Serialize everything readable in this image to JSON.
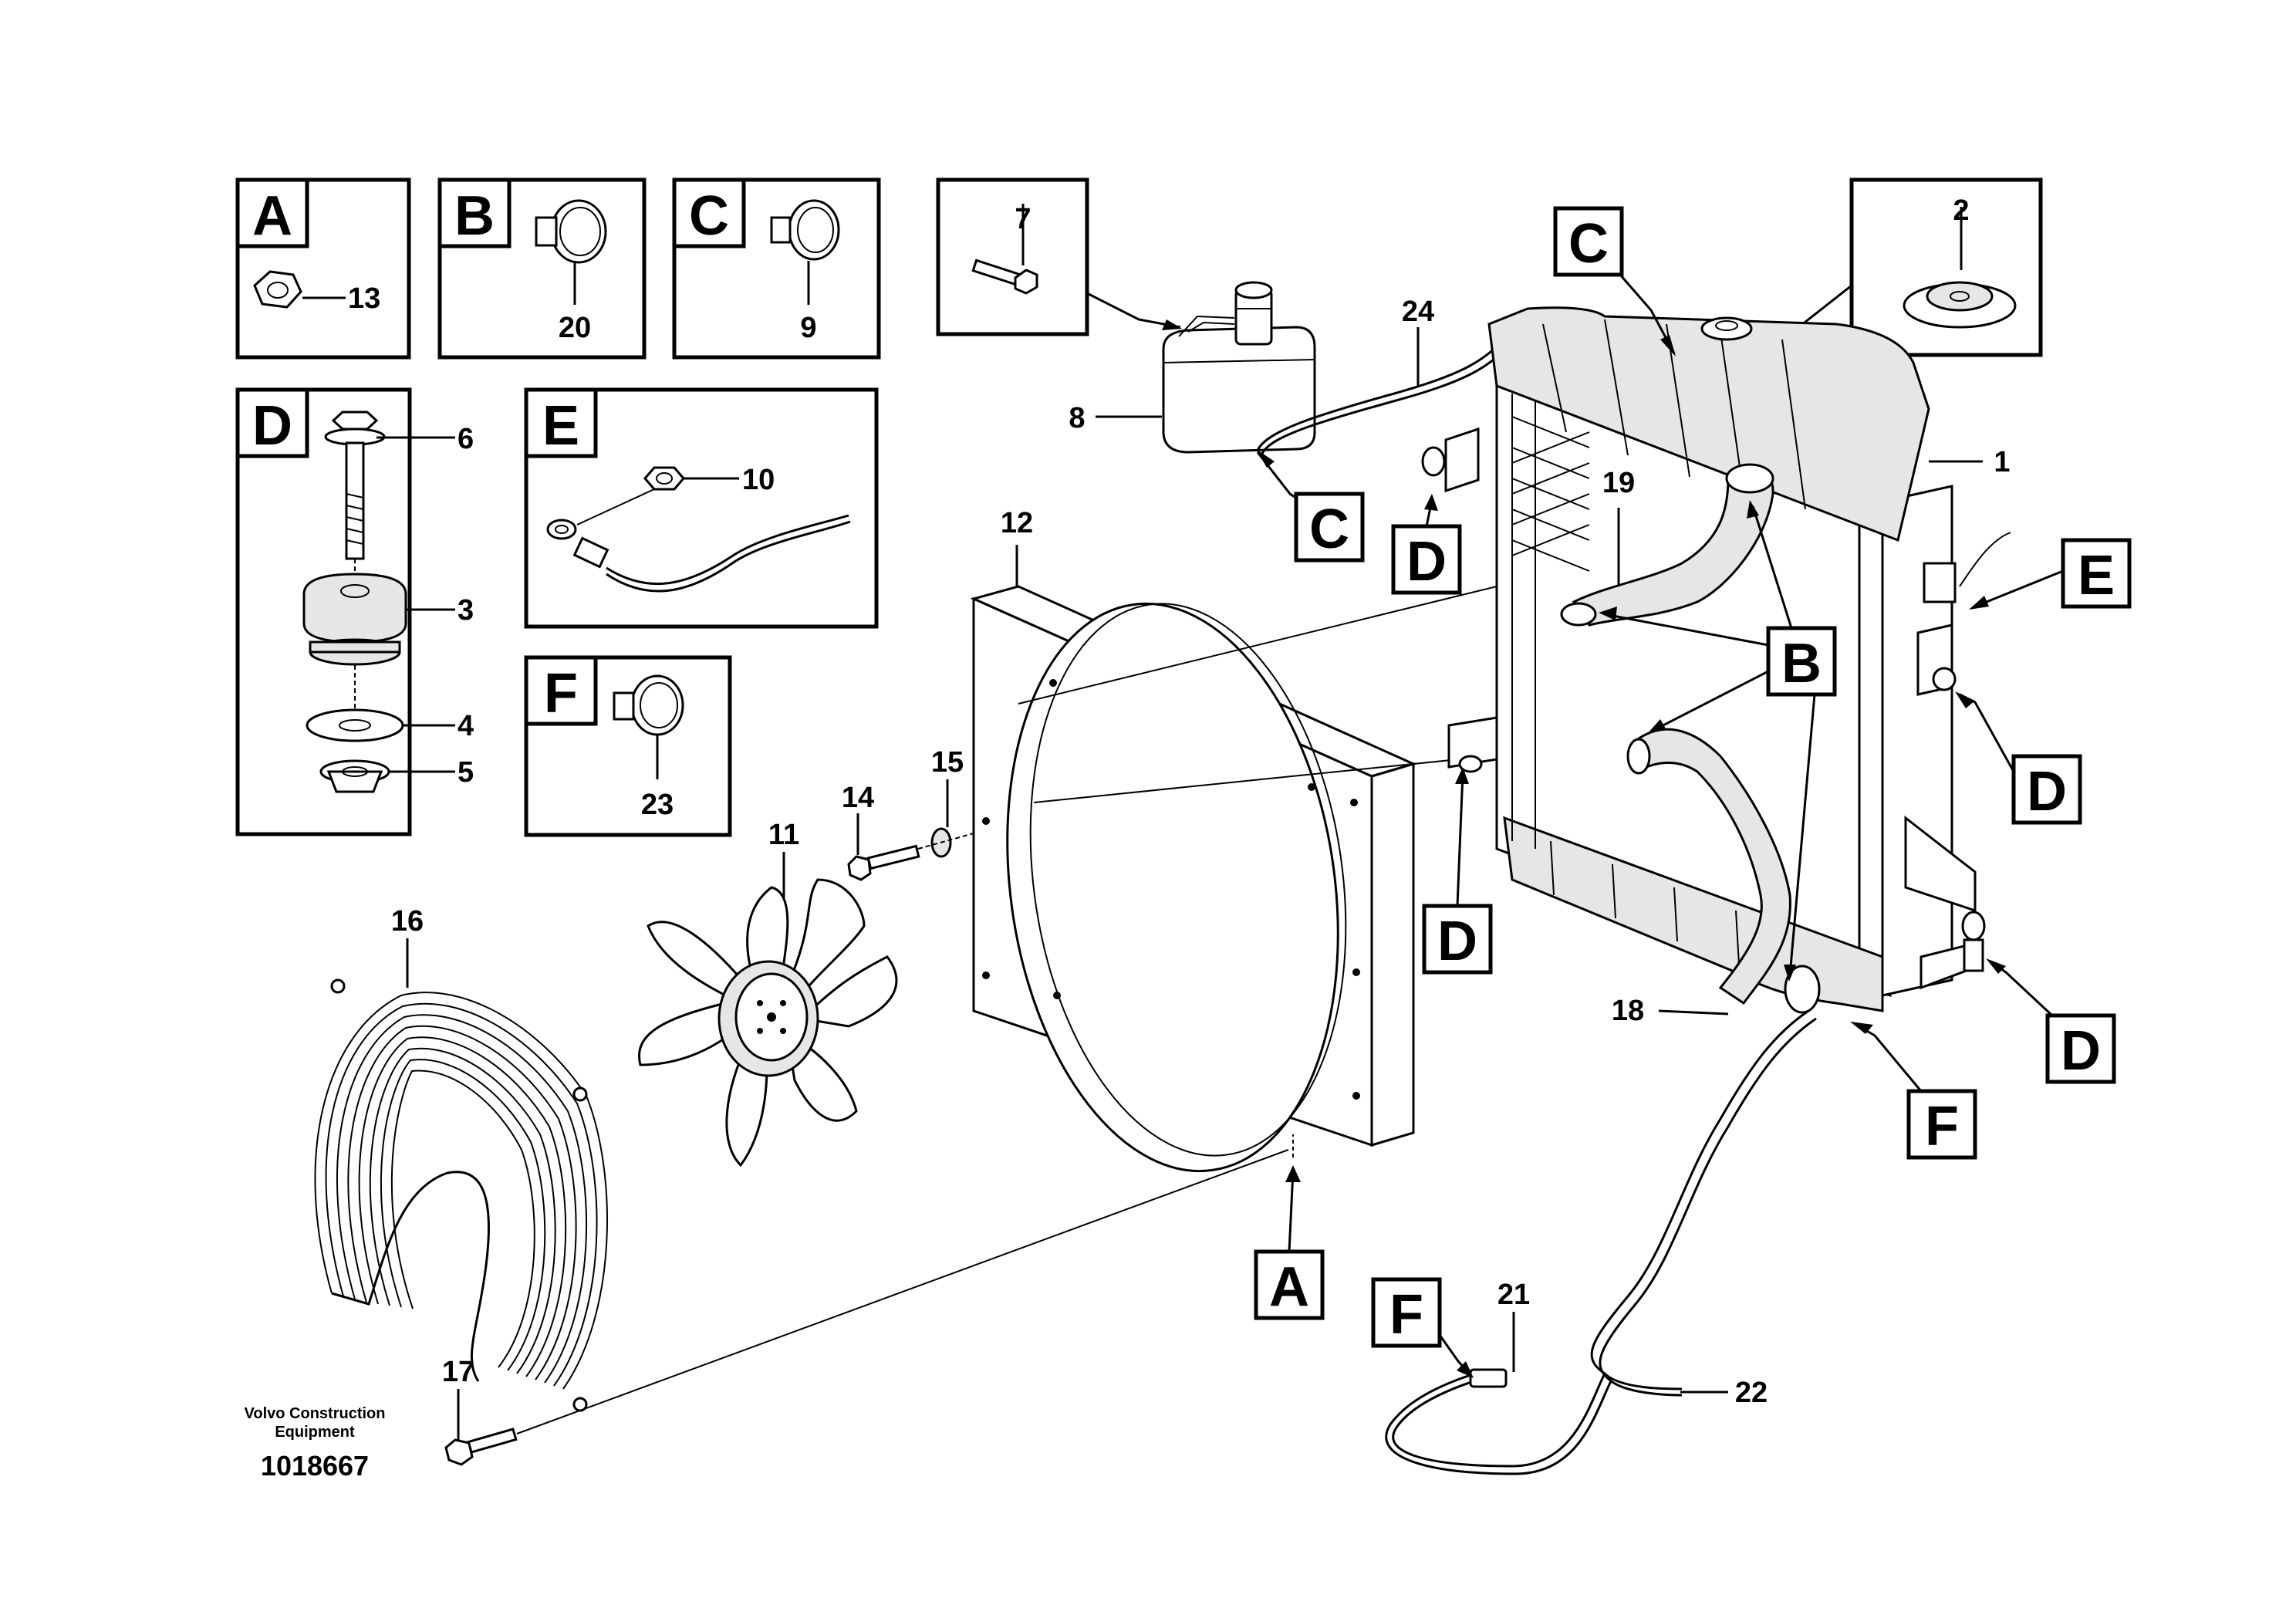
{
  "detail_boxes": {
    "A": {
      "letter": "A",
      "parts": [
        "13"
      ]
    },
    "B": {
      "letter": "B",
      "parts": [
        "20"
      ]
    },
    "C": {
      "letter": "C",
      "parts": [
        "9"
      ]
    },
    "D": {
      "letter": "D",
      "parts": [
        "6",
        "3",
        "4",
        "5"
      ]
    },
    "E": {
      "letter": "E",
      "parts": [
        "10"
      ]
    },
    "F": {
      "letter": "F",
      "parts": [
        "23"
      ]
    },
    "cap": {
      "parts": [
        "2"
      ]
    },
    "screw": {
      "parts": [
        "7"
      ]
    }
  },
  "part_numbers": {
    "p1": "1",
    "p8": "8",
    "p11": "11",
    "p12": "12",
    "p14": "14",
    "p15": "15",
    "p16": "16",
    "p17": "17",
    "p18": "18",
    "p19": "19",
    "p21": "21",
    "p22": "22",
    "p24": "24"
  },
  "callouts": {
    "c_top": "C",
    "c_tank": "C",
    "d_left": "D",
    "d_mid": "D",
    "d_right": "D",
    "d_bottom": "D",
    "b_main": "B",
    "e_right": "E",
    "f_main": "F",
    "f_hose": "F",
    "a_shroud": "A"
  },
  "footer": {
    "company_line1": "Volvo Construction",
    "company_line2": "Equipment",
    "drawing_number": "1018667"
  }
}
